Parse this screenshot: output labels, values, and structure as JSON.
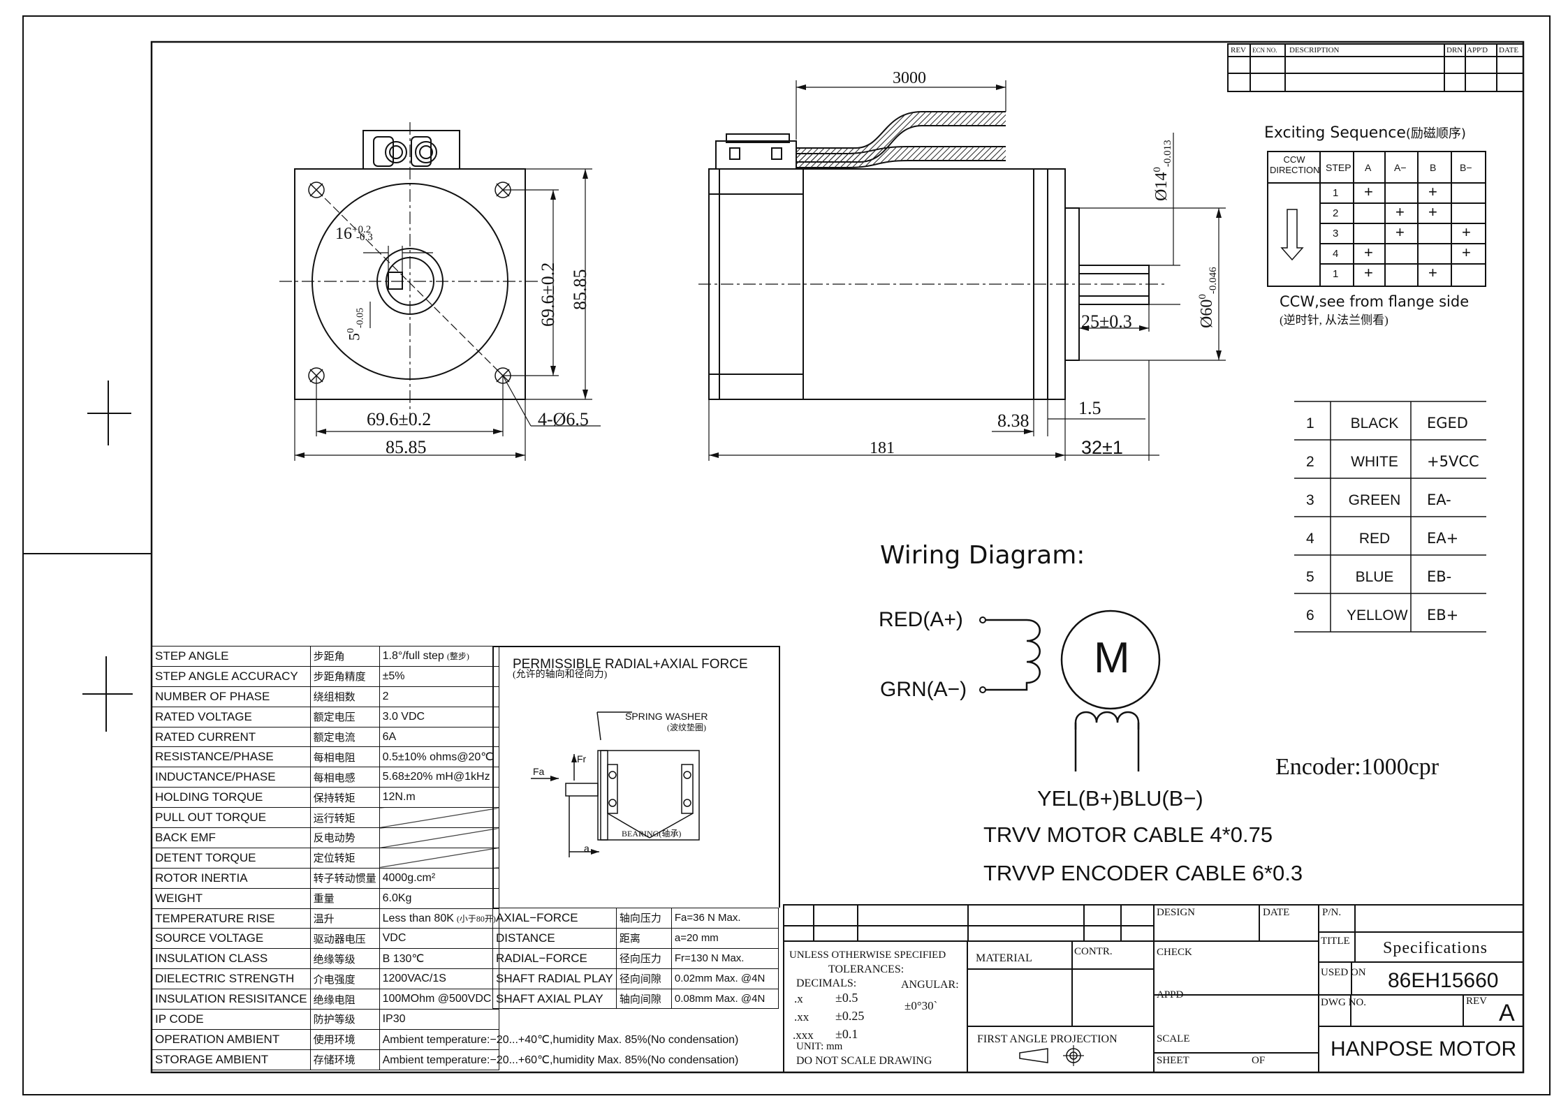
{
  "revision_block": {
    "headers": [
      "REV",
      "ECN NO.",
      "DESCRIPTION",
      "DRN",
      "APP'D",
      "DATE"
    ]
  },
  "front_view": {
    "dim_key": "16+0.2 -0.3",
    "dim_key_base": "16",
    "dim_key_tol_upper": "+0.2",
    "dim_key_tol_lower": "-0.3",
    "dim_flat": "5",
    "dim_flat_tol_upper": "0",
    "dim_flat_tol_lower": "-0.05",
    "dim_hole_spacing_v": "69.6±0.2",
    "dim_body_v": "85.85",
    "dim_hole_spacing_h": "69.6±0.2",
    "dim_body_h": "85.85",
    "dim_mount_holes": "4-Ø6.5"
  },
  "side_view": {
    "dim_cable_length": "3000",
    "dim_shaft_dia": "Ø14",
    "dim_shaft_dia_tol_upper": "0",
    "dim_shaft_dia_tol_lower": "-0.013",
    "dim_pilot_dia": "Ø60",
    "dim_pilot_dia_tol_upper": "0",
    "dim_pilot_dia_tol_lower": "-0.046",
    "dim_key_length": "25±0.3",
    "dim_flange_thickness": "8.38",
    "dim_pilot_height": "1.5",
    "dim_body_length": "181",
    "dim_shaft_length": "32±1"
  },
  "exciting_sequence": {
    "title": "Exciting Sequence",
    "title_cn": "(励磁顺序)",
    "headers": [
      "CCW\nDIRECTION",
      "STEP",
      "A",
      "A−",
      "B",
      "B−"
    ],
    "rows": [
      {
        "step": "1",
        "cells": [
          "+",
          "",
          "+",
          ""
        ]
      },
      {
        "step": "2",
        "cells": [
          "",
          "+",
          "+",
          ""
        ]
      },
      {
        "step": "3",
        "cells": [
          "",
          "+",
          "",
          "+"
        ]
      },
      {
        "step": "4",
        "cells": [
          "+",
          "",
          "",
          "+"
        ]
      },
      {
        "step": "1",
        "cells": [
          "+",
          "",
          "+",
          ""
        ]
      }
    ],
    "note": "CCW,see from flange side",
    "note_cn": "(逆时针, 从法兰侧看)"
  },
  "encoder_wires": [
    {
      "no": "1",
      "color": "BLACK",
      "signal": "EGED"
    },
    {
      "no": "2",
      "color": "WHITE",
      "signal": "+5VCC"
    },
    {
      "no": "3",
      "color": "GREEN",
      "signal": "EA-"
    },
    {
      "no": "4",
      "color": "RED",
      "signal": "EA+"
    },
    {
      "no": "5",
      "color": "BLUE",
      "signal": "EB-"
    },
    {
      "no": "6",
      "color": "YELLOW",
      "signal": "EB+"
    }
  ],
  "wiring": {
    "title": "Wiring Diagram:",
    "red": "RED(A+)",
    "grn": "GRN(A−)",
    "motor_label": "M",
    "yel_blu": "YEL(B+)BLU(B−)",
    "encoder": "Encoder:1000cpr",
    "motor_cable": "TRVV MOTOR CABLE  4*0.75",
    "encoder_cable": "TRVVP ENCODER CABLE 6*0.3"
  },
  "specs": [
    {
      "en": "STEP ANGLE",
      "cn": "步距角",
      "val": "1.8°/full step",
      "val_cn": "(整步)"
    },
    {
      "en": "STEP ANGLE ACCURACY",
      "cn": "步距角精度",
      "val": "±5%"
    },
    {
      "en": "NUMBER OF PHASE",
      "cn": "绕组相数",
      "val": "2"
    },
    {
      "en": "RATED VOLTAGE",
      "cn": "额定电压",
      "val": "3.0 VDC"
    },
    {
      "en": "RATED CURRENT",
      "cn": "额定电流",
      "val": "6A"
    },
    {
      "en": "RESISTANCE/PHASE",
      "cn": "每相电阻",
      "val": "0.5±10% ohms@20℃"
    },
    {
      "en": "INDUCTANCE/PHASE",
      "cn": "每相电感",
      "val": "5.68±20% mH@1kHz"
    },
    {
      "en": "HOLDING TORQUE",
      "cn": "保持转矩",
      "val": "12N.m"
    },
    {
      "en": "PULL OUT TORQUE",
      "cn": "运行转矩",
      "val": ""
    },
    {
      "en": "BACK EMF",
      "cn": "反电动势",
      "val": ""
    },
    {
      "en": "DETENT TORQUE",
      "cn": "定位转矩",
      "val": ""
    },
    {
      "en": "ROTOR INERTIA",
      "cn": "转子转动惯量",
      "val": "4000g.cm²"
    },
    {
      "en": "WEIGHT",
      "cn": "重量",
      "val": "6.0Kg"
    },
    {
      "en": "TEMPERATURE RISE",
      "cn": "温升",
      "val": "Less than 80K",
      "val_cn": "(小于80开)"
    },
    {
      "en": "SOURCE VOLTAGE",
      "cn": "驱动器电压",
      "val": "VDC"
    },
    {
      "en": "INSULATION CLASS",
      "cn": "绝缘等级",
      "val": "B 130℃"
    },
    {
      "en": "DIELECTRIC STRENGTH",
      "cn": "介电强度",
      "val": "1200VAC/1S"
    },
    {
      "en": "INSULATION RESISITANCE",
      "cn": "绝缘电阻",
      "val": "100MOhm @500VDC"
    },
    {
      "en": "IP CODE",
      "cn": "防护等级",
      "val": "IP30"
    },
    {
      "en": "OPERATION AMBIENT",
      "cn": "使用环境",
      "val": "Ambient temperature:−20...+40℃,humidity Max. 85%(No condensation)"
    },
    {
      "en": "STORAGE AMBIENT",
      "cn": "存储环境",
      "val": "Ambient temperature:−20...+60℃,humidity Max. 85%(No condensation)"
    }
  ],
  "force": {
    "title": "PERMISSIBLE RADIAL+AXIAL FORCE",
    "title_cn": "(允许的轴向和径向力)",
    "spring_washer": "SPRING WASHER",
    "spring_washer_cn": "(波纹垫圈)",
    "bearing": "BEARING(轴承)",
    "fa": "Fa",
    "fr": "Fr",
    "a": "a",
    "rows": [
      {
        "en": "AXIAL−FORCE",
        "cn": "轴向压力",
        "val": "Fa=36 N Max."
      },
      {
        "en": "DISTANCE",
        "cn": "距离",
        "val": "a=20 mm"
      },
      {
        "en": "RADIAL−FORCE",
        "cn": "径向压力",
        "val": "Fr=130 N Max."
      },
      {
        "en": "SHAFT RADIAL PLAY",
        "cn": "径向间隙",
        "val": "0.02mm Max. @4N"
      },
      {
        "en": "SHAFT AXIAL PLAY",
        "cn": "轴向间隙",
        "val": "0.08mm Max. @4N"
      }
    ]
  },
  "title_block": {
    "tolerances_title": "UNLESS OTHERWISE SPECIFIED",
    "tolerances": "TOLERANCES:",
    "decimals": "DECIMALS:",
    "angular": "ANGULAR:",
    "angular_val": "±0°30`",
    "x": ".x",
    "x_val": "±0.5",
    "xx": ".xx",
    "xx_val": "±0.25",
    "xxx": ".xxx",
    "xxx_val": "±0.1",
    "unit": "UNIT: mm",
    "no_scale": "DO NOT SCALE DRAWING",
    "material": "MATERIAL",
    "contr": "CONTR.",
    "projection": "FIRST ANGLE PROJECTION",
    "design": "DESIGN",
    "date": "DATE",
    "check": "CHECK",
    "appd": "APPD",
    "scale": "SCALE",
    "sheet": "SHEET",
    "of": "OF",
    "pn": "P/N.",
    "title": "TITLE",
    "title_val": "Specifications",
    "used_on": "USED ON",
    "model": "86EH15660",
    "dwg_no": "DWG NO.",
    "rev": "REV",
    "rev_val": "A",
    "company": "HANPOSE MOTOR"
  }
}
